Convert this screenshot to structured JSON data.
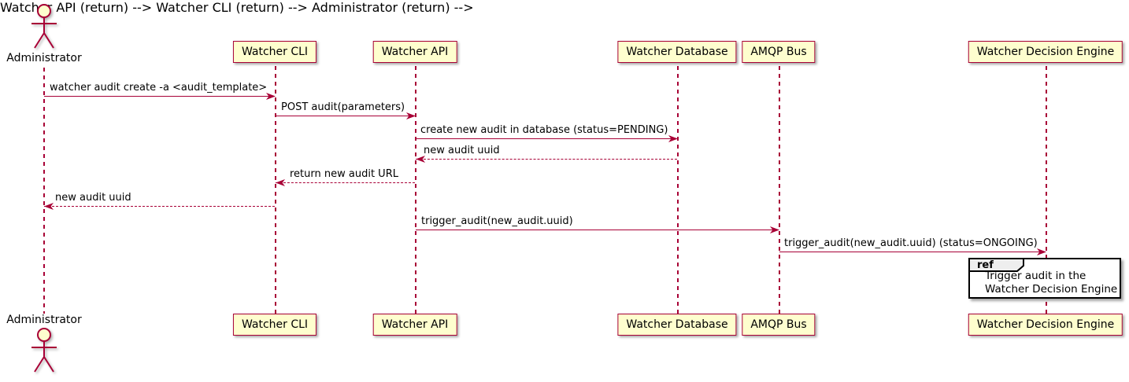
{
  "diagram": {
    "type": "plantuml-sequence",
    "colors": {
      "participant_fill": "#FEFECE",
      "participant_border": "#A80036",
      "arrow": "#A80036",
      "lifeline": "#A80036",
      "ref_border": "#000000",
      "ref_tag_fill": "#EEEEEE",
      "text": "#000000",
      "background": "#FFFFFF"
    },
    "actor": {
      "name": "Administrator"
    },
    "participants": [
      {
        "name": "Watcher CLI"
      },
      {
        "name": "Watcher API"
      },
      {
        "name": "Watcher Database"
      },
      {
        "name": "AMQP Bus"
      },
      {
        "name": "Watcher Decision Engine"
      }
    ],
    "messages": [
      {
        "from": "Administrator",
        "to": "Watcher CLI",
        "label": "watcher audit create -a <audit_template>",
        "line": "solid"
      },
      {
        "from": "Watcher CLI",
        "to": "Watcher API",
        "label": "POST audit(parameters)",
        "line": "solid"
      },
      {
        "from": "Watcher API",
        "to": "Watcher Database",
        "label": "create new audit in database (status=PENDING)",
        "line": "solid"
      },
      {
        "from": "Watcher Database",
        "to": "Watcher API",
        "label": "new audit uuid",
        "line": "dashed"
      },
      {
        "from": "Watcher API",
        "to": "Watcher CLI",
        "label": "return new audit URL",
        "line": "dashed"
      },
      {
        "from": "Watcher CLI",
        "to": "Administrator",
        "label": "new audit uuid",
        "line": "dashed"
      },
      {
        "from": "Watcher API",
        "to": "AMQP Bus",
        "label": "trigger_audit(new_audit.uuid)",
        "line": "solid"
      },
      {
        "from": "AMQP Bus",
        "to": "Watcher Decision Engine",
        "label": "trigger_audit(new_audit.uuid) (status=ONGOING)",
        "line": "solid"
      }
    ],
    "ref": {
      "keyword": "ref",
      "lines": [
        "Trigger audit in the",
        "Watcher Decision Engine"
      ]
    }
  }
}
